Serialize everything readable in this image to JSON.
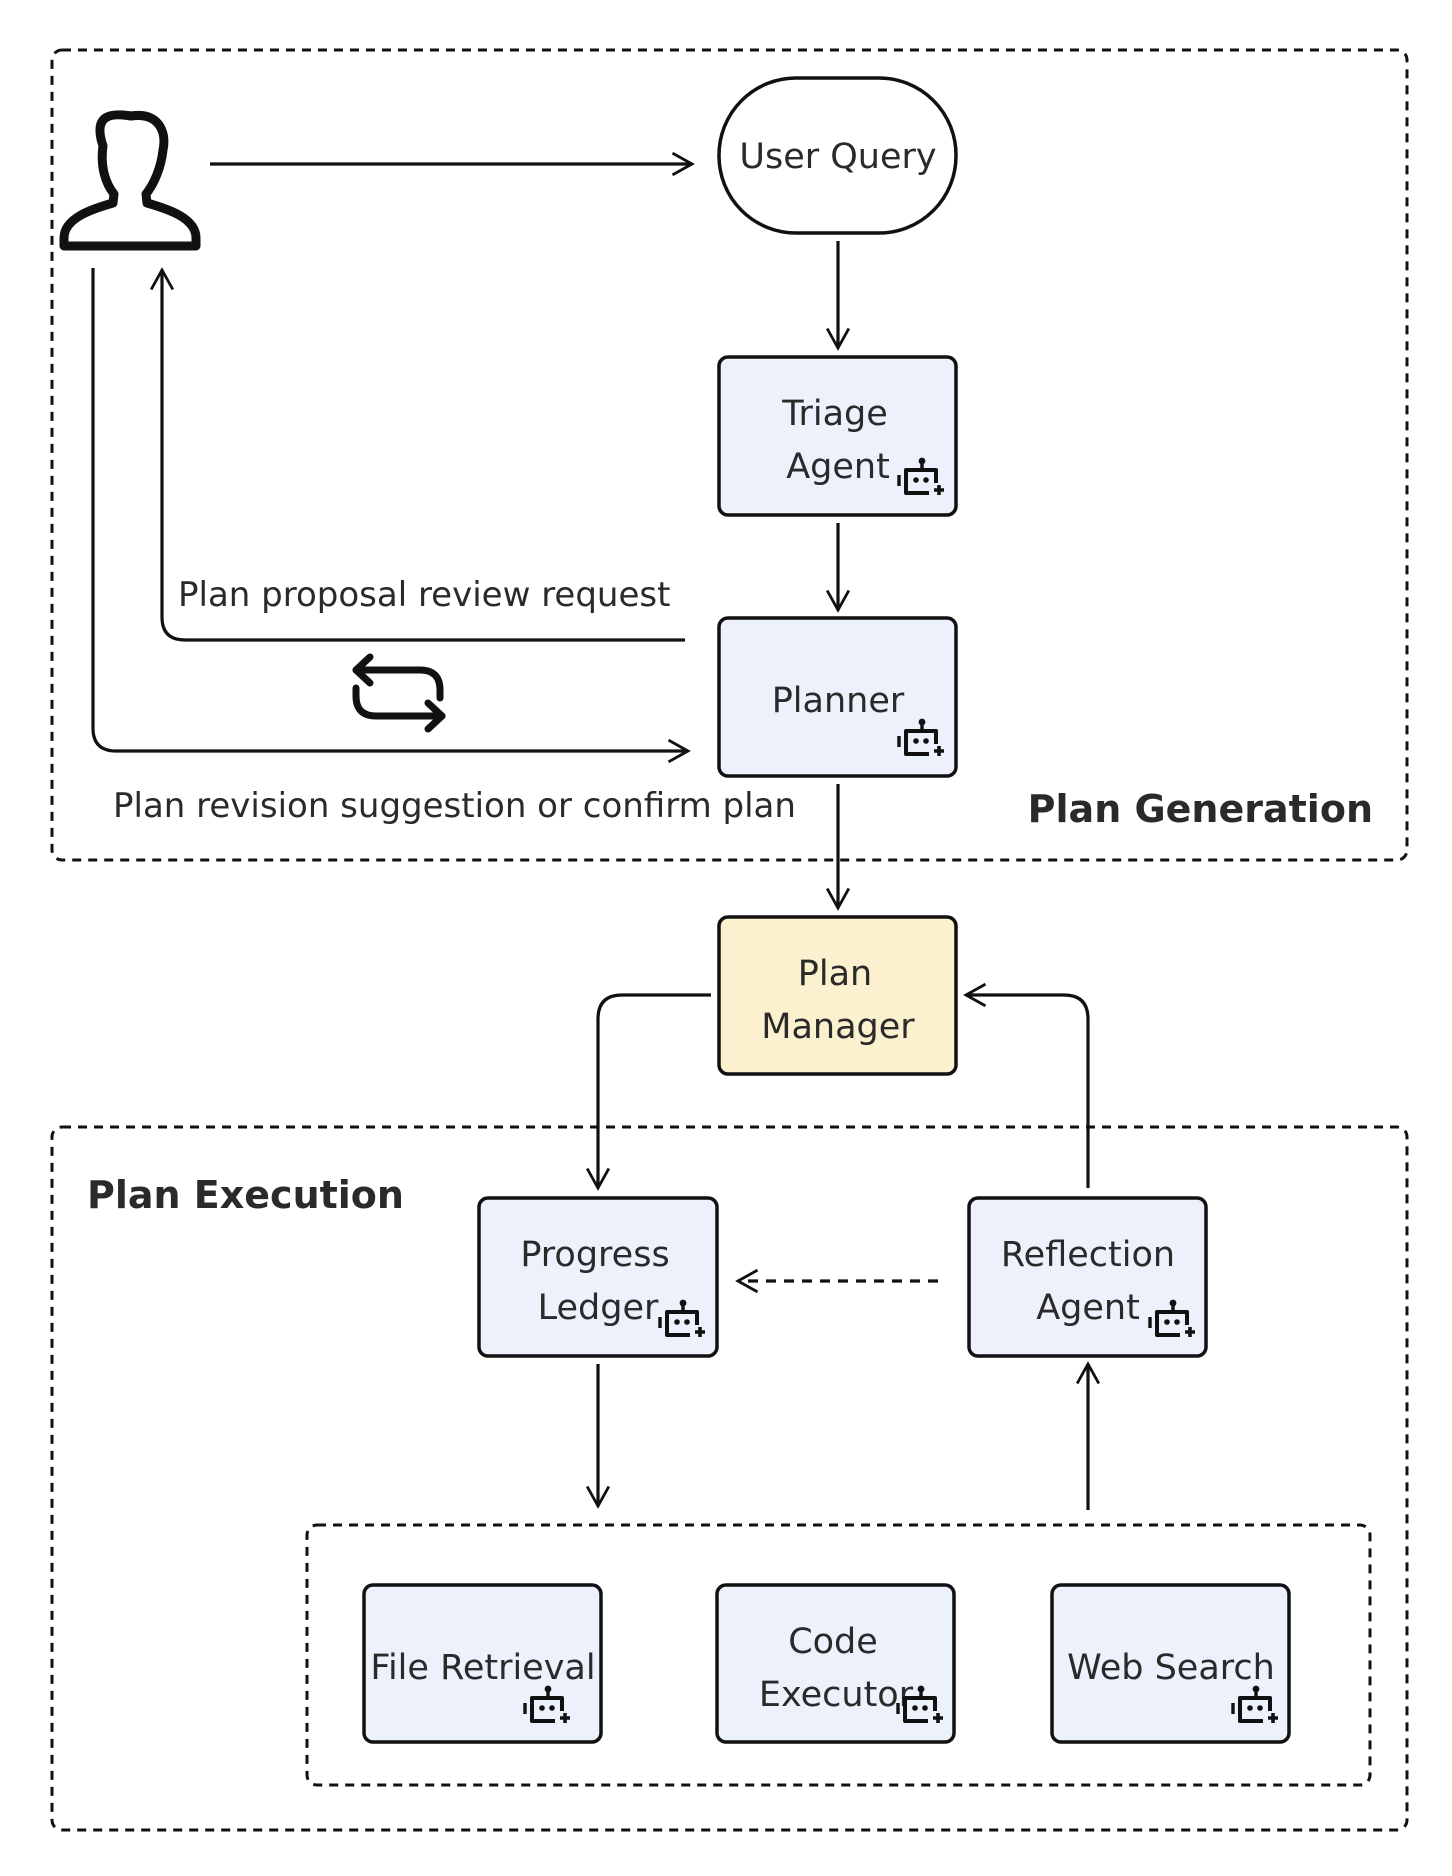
{
  "colors": {
    "agent_fill": "#edf1fb",
    "manager_fill": "#fcf1cf",
    "stroke": "#111111",
    "text": "#2a2a2a"
  },
  "groups": {
    "plan_generation": "Plan Generation",
    "plan_execution": "Plan Execution"
  },
  "nodes": {
    "user_query": "User Query",
    "triage_agent": [
      "Triage",
      "Agent"
    ],
    "planner": "Planner",
    "plan_manager": [
      "Plan",
      "Manager"
    ],
    "progress_ledger": [
      "Progress",
      "Ledger"
    ],
    "reflection_agent": [
      "Reflection",
      "Agent"
    ],
    "file_retrieval": "File Retrieval",
    "code_executor": [
      "Code",
      "Executor"
    ],
    "web_search": "Web Search"
  },
  "edge_labels": {
    "review_request": "Plan proposal review request",
    "revision": "Plan revision suggestion or confirm plan"
  },
  "icons": {
    "user": "user-icon",
    "agent": "robot-add-icon",
    "loop": "repeat-icon"
  }
}
